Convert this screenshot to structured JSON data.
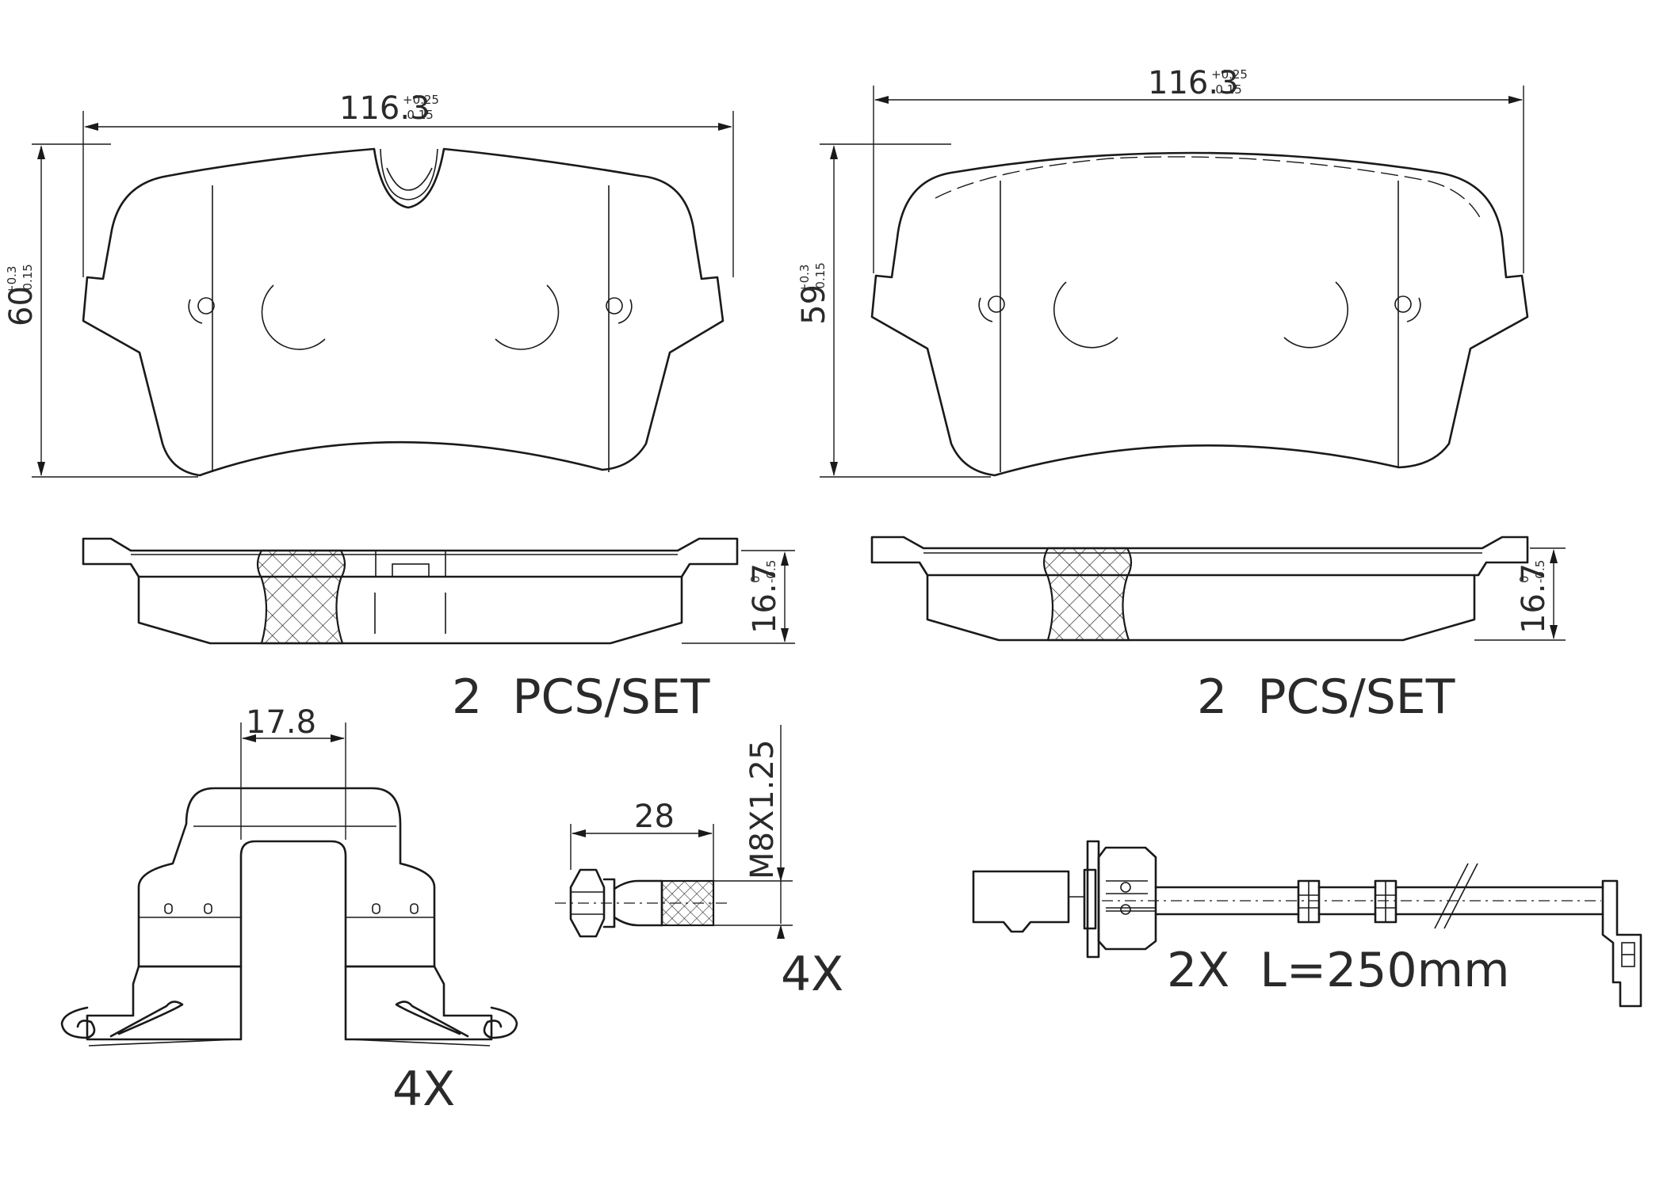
{
  "pads": {
    "left": {
      "width_value": "116.3",
      "width_tol_upper": "+0.25",
      "width_tol_lower": "-0.15",
      "height_value": "60",
      "height_tol_upper": "+0.3",
      "height_tol_lower": "-0.15",
      "thickness_value": "16.7",
      "thickness_tol_upper": "0",
      "thickness_tol_lower": "-0.5",
      "qty": "2  PCS/SET"
    },
    "right": {
      "width_value": "116.3",
      "width_tol_upper": "+0.25",
      "width_tol_lower": "-0.15",
      "height_value": "59",
      "height_tol_upper": "+0.3",
      "height_tol_lower": "-0.15",
      "thickness_value": "16.7",
      "thickness_tol_upper": "0",
      "thickness_tol_lower": "-0.5",
      "qty": "2  PCS/SET"
    }
  },
  "clip": {
    "width_value": "17.8",
    "qty": "4X"
  },
  "bolt": {
    "length_value": "28",
    "thread_value": "M8X1.25",
    "qty": "4X"
  },
  "sensor": {
    "qty_length": "2X  L=250mm"
  }
}
